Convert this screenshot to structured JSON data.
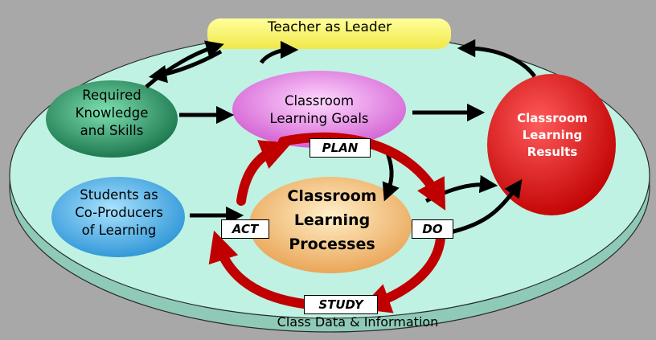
{
  "diagram": {
    "leader": "Teacher as Leader",
    "required": "Required\nKnowledge\nand Skills",
    "goals": "Classroom\nLearning Goals",
    "results": "Classroom\nLearning\nResults",
    "students": "Students as\nCo-Producers\nof Learning",
    "processes": "Classroom\nLearning\nProcesses",
    "bottom_label": "Class Data & Information",
    "cycle": {
      "plan": "PLAN",
      "do": "DO",
      "study": "STUDY",
      "act": "ACT"
    }
  },
  "colors": {
    "platform_top": "#bff2e2",
    "platform_side": "#8fcab8",
    "leader": "#fbf77a",
    "required": "#1f8a5a",
    "goals": "#e873e8",
    "results": "#e8121a",
    "students": "#35a9e3",
    "processes": "#f0b060",
    "cycle_arrow": "#c00000"
  }
}
